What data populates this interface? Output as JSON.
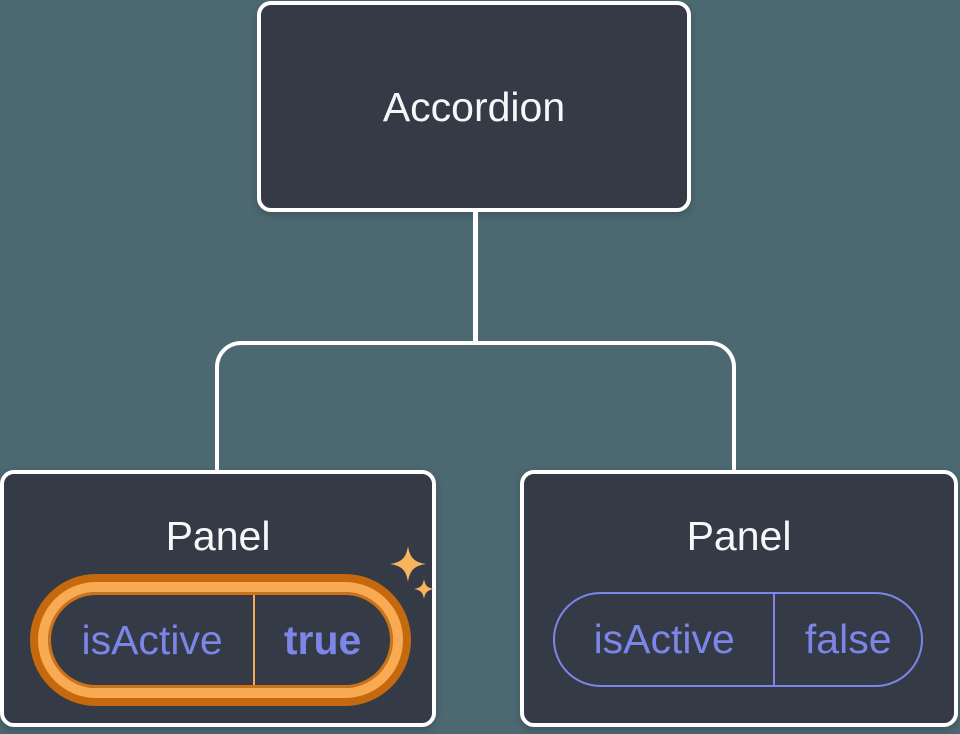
{
  "diagram_type": "react-component-tree",
  "colors": {
    "background": "#4C6870",
    "node_fill": "#343A46",
    "node_border": "#FFFFFF",
    "title_text": "#F6F7F9",
    "state_text": "#7C85E8",
    "state_outline": "#7C85E8",
    "ring_light": "#F8AB52",
    "ring_dark": "#C5690F",
    "ring_inner": "#CC7318",
    "sparkle": "#F8B45C",
    "connector": "#FFFFFF"
  },
  "tree": {
    "root": {
      "title": "Accordion"
    },
    "children": [
      {
        "title": "Panel",
        "state_key": "isActive",
        "state_value": "true",
        "highlighted": true
      },
      {
        "title": "Panel",
        "state_key": "isActive",
        "state_value": "false",
        "highlighted": false
      }
    ]
  }
}
